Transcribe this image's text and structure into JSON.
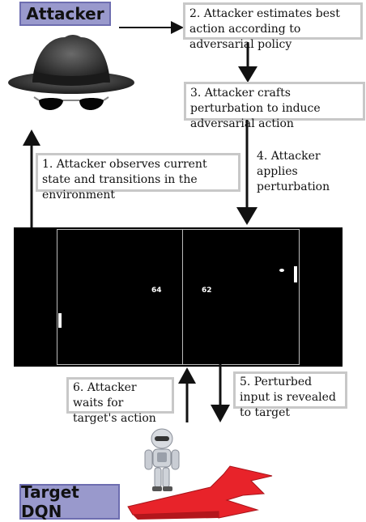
{
  "labels": {
    "attacker": "Attacker",
    "target": "Target DQN"
  },
  "steps": {
    "s1": "1. Attacker observes current state and transitions in the environment",
    "s2": "2. Attacker estimates best action according to adversarial policy",
    "s3": "3. Attacker crafts perturbation to induce adversarial action",
    "s4": "4. Attacker applies perturbation",
    "s5": "5. Perturbed input is revealed to target",
    "s6": "6. Attacker waits for target's action"
  },
  "game": {
    "score_left": "64",
    "score_right": "62"
  },
  "colors": {
    "label_fill": "#9999cc",
    "box_border": "#c8c8c8",
    "arrow": "#111111",
    "game_bg": "#000000",
    "arrow_red": "#e8232a"
  },
  "icons": [
    "spy-hat-icon",
    "robot-icon",
    "red-crossroads-arrow-icon"
  ]
}
